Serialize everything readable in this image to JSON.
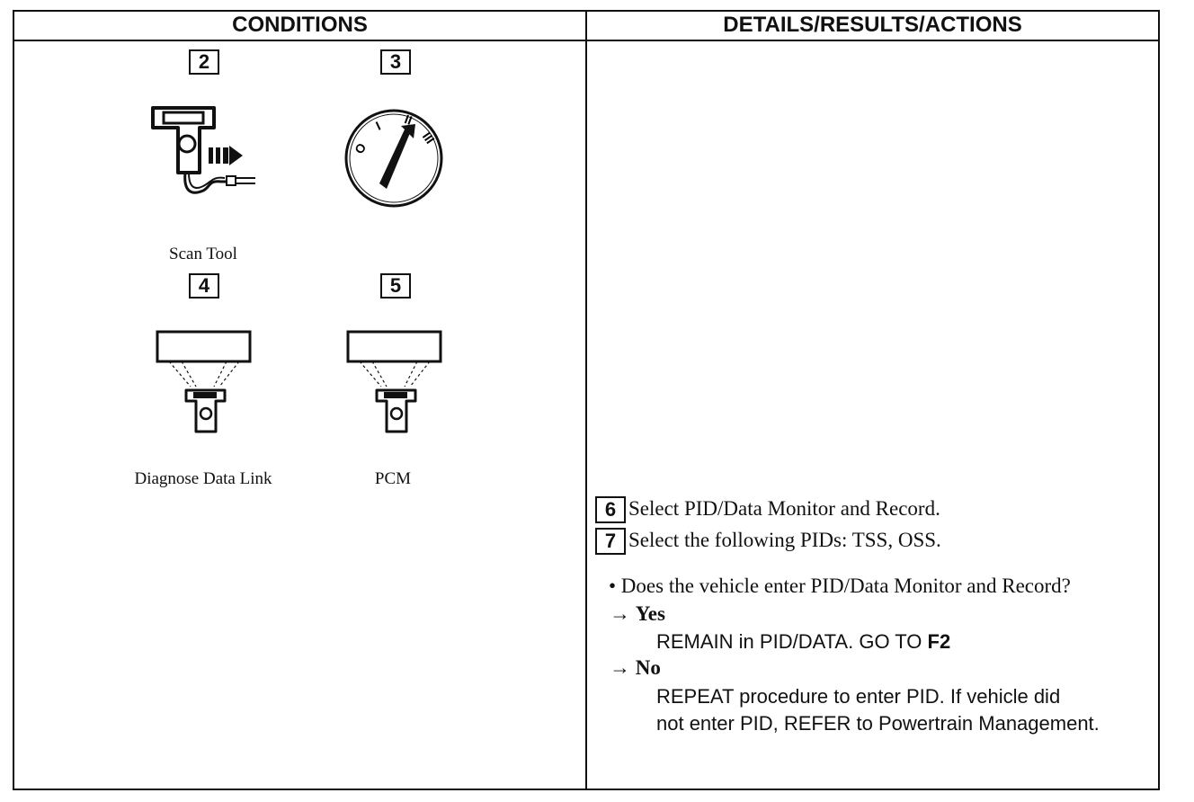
{
  "table": {
    "header_conditions": "CONDITIONS",
    "header_details": "DETAILS/RESULTS/ACTIONS"
  },
  "conditions": {
    "steps": [
      {
        "number": "2",
        "caption": "Scan Tool",
        "icon": "scan-tool-icon"
      },
      {
        "number": "3",
        "caption": "",
        "icon": "ignition-switch-icon"
      },
      {
        "number": "4",
        "caption": "Diagnose Data Link",
        "icon": "diagnose-data-link-icon"
      },
      {
        "number": "5",
        "caption": "PCM",
        "icon": "pcm-icon"
      }
    ],
    "ignition_positions": [
      "O",
      "I",
      "II",
      "III"
    ]
  },
  "details": {
    "step6": {
      "number": "6",
      "text": "Select PID/Data Monitor and Record."
    },
    "step7": {
      "number": "7",
      "text": "Select the following PIDs: TSS, OSS."
    },
    "question": "• Does the vehicle enter PID/Data Monitor and Record?",
    "yes": {
      "arrow": "→",
      "label": "Yes",
      "action_prefix": "REMAIN in PID/DATA. GO TO ",
      "action_target": "F2"
    },
    "no": {
      "arrow": "→",
      "label": "No",
      "action_line1": "REPEAT procedure to enter PID. If vehicle did",
      "action_line2": "not enter PID, REFER to Powertrain Management."
    }
  }
}
